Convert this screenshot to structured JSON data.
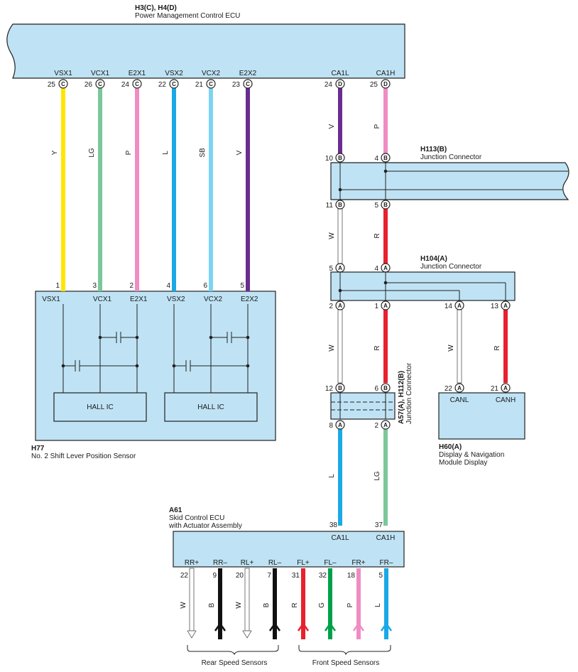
{
  "ecu": {
    "title": "H3(C), H4(D)",
    "subtitle": "Power Management Control ECU",
    "pins": [
      {
        "name": "VSX1",
        "num": "25",
        "term": "C",
        "wire": "Y",
        "color": "#ffe600"
      },
      {
        "name": "VCX1",
        "num": "26",
        "term": "C",
        "wire": "LG",
        "color": "#7cc79a"
      },
      {
        "name": "E2X1",
        "num": "24",
        "term": "C",
        "wire": "P",
        "color": "#f08cc4"
      },
      {
        "name": "VSX2",
        "num": "22",
        "term": "C",
        "wire": "L",
        "color": "#1aa9e6"
      },
      {
        "name": "VCX2",
        "num": "21",
        "term": "C",
        "wire": "SB",
        "color": "#7dd3f2"
      },
      {
        "name": "E2X2",
        "num": "23",
        "term": "C",
        "wire": "V",
        "color": "#6a2c91"
      },
      {
        "name": "CA1L",
        "num": "24",
        "term": "D",
        "wire": "V",
        "color": "#6a2c91"
      },
      {
        "name": "CA1H",
        "num": "25",
        "term": "D",
        "wire": "P",
        "color": "#f08cc4"
      }
    ]
  },
  "h113": {
    "title": "H113(B)",
    "subtitle": "Junction Connector",
    "top_pins": [
      {
        "num": "10",
        "term": "B"
      },
      {
        "num": "4",
        "term": "B"
      }
    ],
    "bottom_pins": [
      {
        "num": "11",
        "term": "B"
      },
      {
        "num": "5",
        "term": "B"
      }
    ],
    "wires": [
      {
        "label": "W",
        "color": "#ffffff"
      },
      {
        "label": "R",
        "color": "#e8212e"
      }
    ]
  },
  "h104": {
    "title": "H104(A)",
    "subtitle": "Junction Connector",
    "top_pins": [
      {
        "num": "5",
        "term": "A"
      },
      {
        "num": "4",
        "term": "A"
      }
    ],
    "bottom_pins": [
      {
        "num": "2",
        "term": "A"
      },
      {
        "num": "1",
        "term": "A"
      },
      {
        "num": "14",
        "term": "A"
      },
      {
        "num": "13",
        "term": "A"
      }
    ],
    "wires": [
      {
        "label": "W",
        "color": "#ffffff"
      },
      {
        "label": "R",
        "color": "#e8212e"
      },
      {
        "label": "W",
        "color": "#ffffff"
      },
      {
        "label": "R",
        "color": "#e8212e"
      }
    ]
  },
  "a57": {
    "title": "A57(A), H112(B)",
    "subtitle": "Junction Connector",
    "top_pins": [
      {
        "num": "12",
        "term": "B"
      },
      {
        "num": "6",
        "term": "B"
      }
    ],
    "bottom_pins": [
      {
        "num": "8",
        "term": "A"
      },
      {
        "num": "2",
        "term": "A"
      }
    ],
    "wires": [
      {
        "label": "L",
        "color": "#1aa9e6"
      },
      {
        "label": "LG",
        "color": "#7cc79a"
      }
    ]
  },
  "h77": {
    "title": "H77",
    "subtitle": "No.  2 Shift Lever Position Sensor",
    "pins": [
      {
        "name": "VSX1",
        "num": "1"
      },
      {
        "name": "VCX1",
        "num": "3"
      },
      {
        "name": "E2X1",
        "num": "2"
      },
      {
        "name": "VSX2",
        "num": "4"
      },
      {
        "name": "VCX2",
        "num": "6"
      },
      {
        "name": "E2X2",
        "num": "5"
      }
    ],
    "hall_ic_label": "HALL IC"
  },
  "h60": {
    "title": "H60(A)",
    "subtitle_1": "Display & Navigation",
    "subtitle_2": "Module Display",
    "pins": [
      {
        "name": "CANL",
        "num": "22",
        "term": "A"
      },
      {
        "name": "CANH",
        "num": "21",
        "term": "A"
      }
    ]
  },
  "a61": {
    "title": "A61",
    "subtitle_1": "Skid Control ECU",
    "subtitle_2": "with Actuator Assembly",
    "top_pins": [
      {
        "name": "CA1L",
        "num": "38"
      },
      {
        "name": "CA1H",
        "num": "37"
      }
    ],
    "bottom_pins": [
      {
        "name": "RR+",
        "num": "22",
        "wire": "W",
        "color": "#ffffff"
      },
      {
        "name": "RR–",
        "num": "9",
        "wire": "B",
        "color": "#111111"
      },
      {
        "name": "RL+",
        "num": "20",
        "wire": "W",
        "color": "#ffffff"
      },
      {
        "name": "RL–",
        "num": "7",
        "wire": "B",
        "color": "#111111"
      },
      {
        "name": "FL+",
        "num": "31",
        "wire": "R",
        "color": "#e8212e"
      },
      {
        "name": "FL–",
        "num": "32",
        "wire": "G",
        "color": "#00a04a"
      },
      {
        "name": "FR+",
        "num": "18",
        "wire": "P",
        "color": "#f08cc4"
      },
      {
        "name": "FR–",
        "num": "5",
        "wire": "L",
        "color": "#1aa9e6"
      }
    ],
    "groups": [
      "Rear Speed Sensors",
      "Front Speed Sensors"
    ]
  },
  "colors": {
    "component_fill": "#bfe3f4",
    "outline": "#222222"
  }
}
